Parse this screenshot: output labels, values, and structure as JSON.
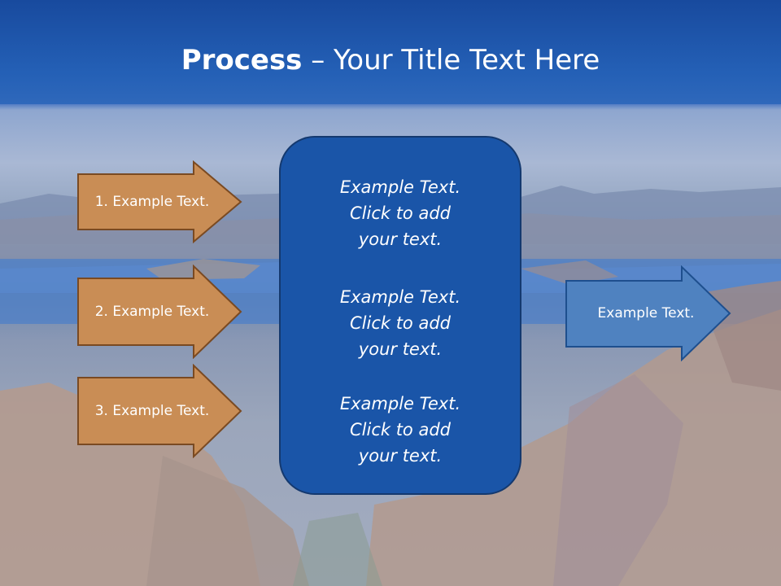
{
  "title": {
    "bold": "Process",
    "rest": " – Your Title Text Here"
  },
  "inputs": [
    {
      "label": "1. Example Text."
    },
    {
      "label": "2. Example Text."
    },
    {
      "label": "3. Example Text."
    }
  ],
  "center_items": [
    {
      "text": "Example Text.\nClick  to add\nyour text."
    },
    {
      "text": "Example Text.\nClick  to add\nyour text."
    },
    {
      "text": "Example Text.\nClick  to add\nyour text."
    }
  ],
  "output": {
    "label": "Example Text."
  },
  "colors": {
    "header": "#2460b6",
    "input_arrow": "#c98d55",
    "input_border": "#7a4a22",
    "center_box": "#1a55a8",
    "output_arrow": "#4f82c0"
  }
}
